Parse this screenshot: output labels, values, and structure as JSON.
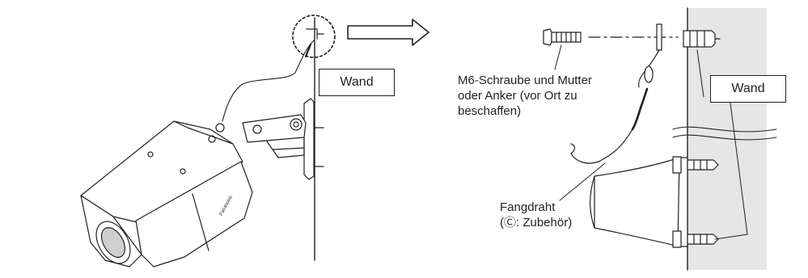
{
  "labels": {
    "wall_left": "Wand",
    "wall_right": "Wand",
    "screw_line1": "M6-Schraube und Mutter",
    "screw_line2": "oder Anker (vor Ort zu",
    "screw_line3": "beschaffen)",
    "wire_line1": "Fangdraht",
    "wire_line2": "(Ⓒ: Zubehör)"
  },
  "brand_mark": "Panasonic",
  "colors": {
    "line": "#231f20",
    "wall_fill": "#e6e6e7",
    "background": "#ffffff"
  }
}
